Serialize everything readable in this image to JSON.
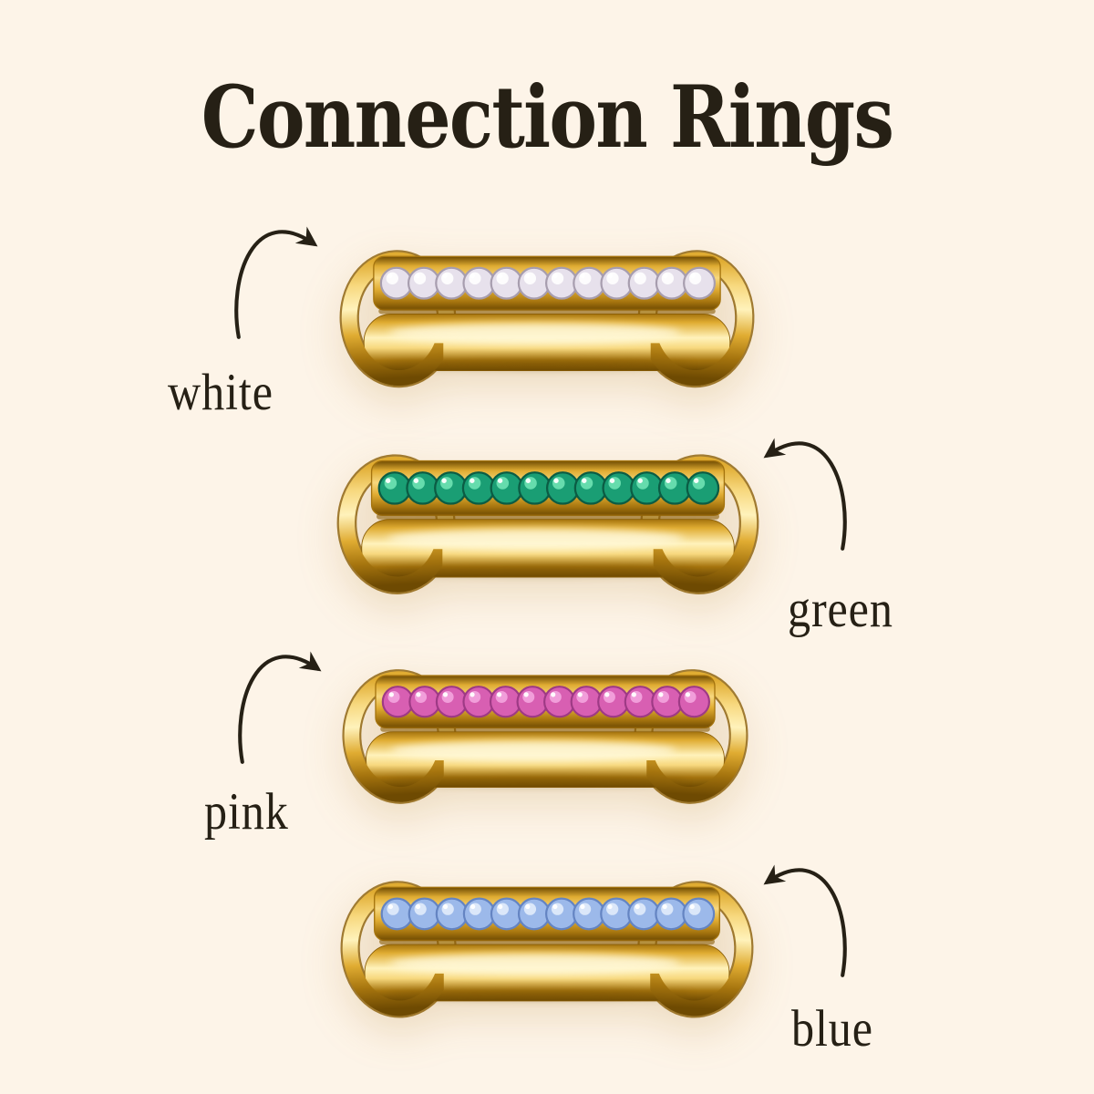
{
  "page": {
    "title": "Connection Rings",
    "background_color": "#fdf4e8",
    "ink_color": "#262015"
  },
  "rings": [
    {
      "name": "white",
      "label": "white",
      "gem_light": "#ffffff",
      "gem_mid": "#e7e1ec",
      "gem_dark": "#a79dae"
    },
    {
      "name": "green",
      "label": "green",
      "gem_light": "#6fe2b4",
      "gem_mid": "#1a9e74",
      "gem_dark": "#0b5c44"
    },
    {
      "name": "pink",
      "label": "pink",
      "gem_light": "#f4a5de",
      "gem_mid": "#d85fb2",
      "gem_dark": "#9e3a85"
    },
    {
      "name": "blue",
      "label": "blue",
      "gem_light": "#e2ecfb",
      "gem_mid": "#9cb9ea",
      "gem_dark": "#6484c2"
    }
  ],
  "metal": {
    "gold_highlight": "#fff2bb",
    "gold_light": "#f7d87e",
    "gold_mid": "#e0ac32",
    "gold_deep": "#a5740e",
    "gold_shadow": "#6e4a02"
  }
}
